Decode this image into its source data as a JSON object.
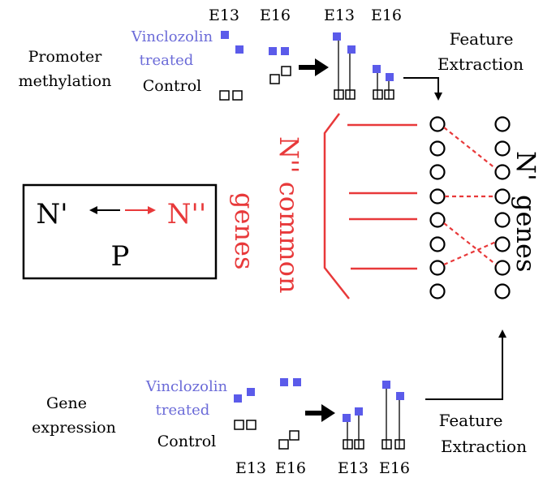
{
  "colors": {
    "accent_blue": "#5b5bea",
    "label_blue": "#6b6bd8",
    "red": "#e8393a",
    "black": "#000000"
  },
  "top": {
    "section_label_line1": "Promoter",
    "section_label_line2": "methylation",
    "vinclozolin_line1": "Vinclozolin",
    "vinclozolin_line2": "treated",
    "control": "Control",
    "col_left_1": "E13",
    "col_left_2": "E16",
    "col_right_1": "E13",
    "col_right_2": "E16",
    "feature_line1": "Feature",
    "feature_line2": "Extraction"
  },
  "bottom": {
    "section_label_line1": "Gene",
    "section_label_line2": "expression",
    "vinclozolin_line1": "Vinclozolin",
    "vinclozolin_line2": "treated",
    "control": "Control",
    "col_left_1": "E13",
    "col_left_2": "E16",
    "col_right_1": "E13",
    "col_right_2": "E16",
    "feature_line1": "Feature",
    "feature_line2": "Extraction"
  },
  "box": {
    "n_prime": "N'",
    "n_double_prime": "N''",
    "p": "P"
  },
  "center": {
    "n_common_line1": "N'' common",
    "n_common_line2": "genes",
    "n_genes_line1": "N'",
    "n_genes_line2": "genes"
  }
}
